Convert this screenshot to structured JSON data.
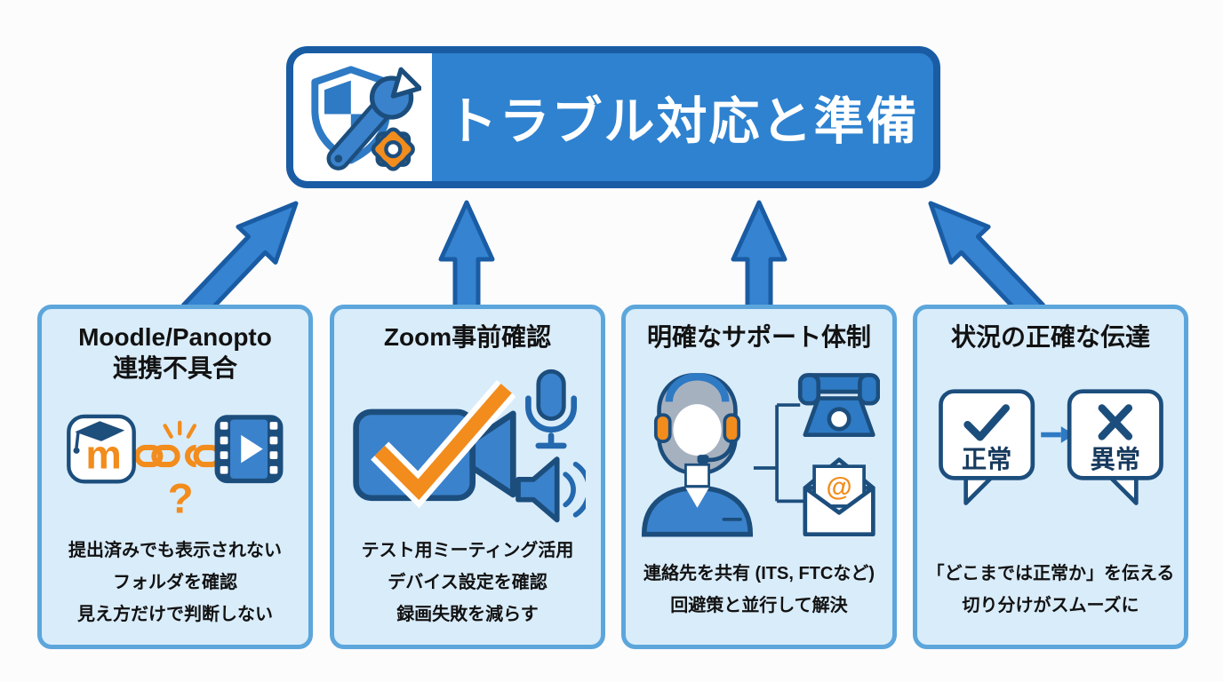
{
  "header": {
    "title": "トラブル対応と準備",
    "icon": "shield-wrench-gear"
  },
  "colors": {
    "header_fill": "#2E82D0",
    "header_border": "#1A5CA4",
    "arrow_fill": "#3583D1",
    "card_bg": "#D9ECFA",
    "card_border": "#5CA6DC",
    "navy": "#1C4E7D",
    "blue": "#2E7AC4",
    "orange": "#F28C1C"
  },
  "cards": [
    {
      "title_lines": [
        "Moodle/Panopto",
        "連携不具合"
      ],
      "icons": [
        "moodle-app-icon",
        "broken-link-icon",
        "question-mark",
        "video-film-icon"
      ],
      "moodle_letter": "m",
      "question_mark": "?",
      "body_lines": [
        "提出済みでも表示されない",
        "フォルダを確認",
        "見え方だけで判断しない"
      ]
    },
    {
      "title_lines": [
        "Zoom事前確認"
      ],
      "icons": [
        "video-camera-check-icon",
        "microphone-icon",
        "speaker-icon"
      ],
      "body_lines": [
        "テスト用ミーティング活用",
        "デバイス設定を確認",
        "録画失敗を減らす"
      ]
    },
    {
      "title_lines": [
        "明確なサポート体制"
      ],
      "icons": [
        "support-agent-icon",
        "telephone-icon",
        "email-at-icon"
      ],
      "email_symbol": "@",
      "body_lines": [
        "連絡先を共有 (ITS, FTCなど)",
        "回避策と並行して解決"
      ]
    },
    {
      "title_lines": [
        "状況の正確な伝達"
      ],
      "icons": [
        "speech-bubble-ok-icon",
        "arrow-right-icon",
        "speech-bubble-ng-icon"
      ],
      "bubble_ok_label": "正常",
      "bubble_ng_label": "異常",
      "body_lines": [
        "「どこまでは正常か」を伝える",
        "切り分けがスムーズに"
      ]
    }
  ]
}
